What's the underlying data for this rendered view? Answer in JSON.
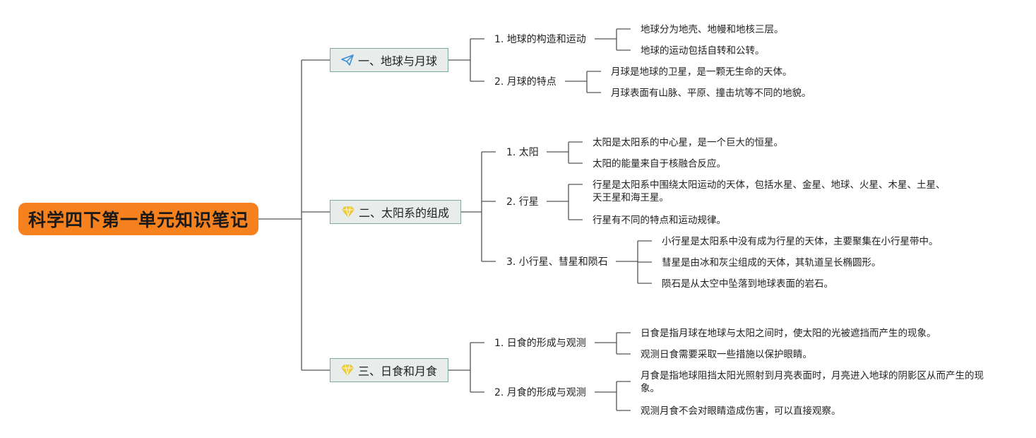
{
  "root": {
    "label": "科学四下第一单元知识笔记"
  },
  "sections": [
    {
      "label": "一、地球与月球",
      "icon": "paper-plane-icon",
      "topics": [
        {
          "label": "1. 地球的构造和运动",
          "points": [
            "地球分为地壳、地幔和地核三层。",
            "地球的运动包括自转和公转。"
          ]
        },
        {
          "label": "2. 月球的特点",
          "points": [
            "月球是地球的卫星，是一颗无生命的天体。",
            "月球表面有山脉、平原、撞击坑等不同的地貌。"
          ]
        }
      ]
    },
    {
      "label": "二、太阳系的组成",
      "icon": "diamond-icon",
      "topics": [
        {
          "label": "1. 太阳",
          "points": [
            "太阳是太阳系的中心星，是一个巨大的恒星。",
            "太阳的能量来自于核融合反应。"
          ]
        },
        {
          "label": "2. 行星",
          "points": [
            "行星是太阳系中围绕太阳运动的天体，包括水星、金星、地球、火星、木星、土星、天王星和海王星。",
            "行星有不同的特点和运动规律。"
          ]
        },
        {
          "label": "3. 小行星、彗星和陨石",
          "points": [
            "小行星是太阳系中没有成为行星的天体，主要聚集在小行星带中。",
            "彗星是由冰和灰尘组成的天体，其轨道呈长椭圆形。",
            "陨石是从太空中坠落到地球表面的岩石。"
          ]
        }
      ]
    },
    {
      "label": "三、日食和月食",
      "icon": "diamond-icon",
      "topics": [
        {
          "label": "1. 日食的形成与观测",
          "points": [
            "日食是指月球在地球与太阳之间时，使太阳的光被遮挡而产生的现象。",
            "观测日食需要采取一些措施以保护眼睛。"
          ]
        },
        {
          "label": "2. 月食的形成与观测",
          "points": [
            "月食是指地球阻挡太阳光照射到月亮表面时，月亮进入地球的阴影区从而产生的现象。",
            "观测月食不会对眼睛造成伤害，可以直接观察。"
          ]
        }
      ]
    }
  ],
  "colors": {
    "root": "#f5821f",
    "line": "#555555",
    "branch_border": "#7faa97",
    "branch_fill": "#e8ecea",
    "plane_icon": "#3a8fd6",
    "diamond_icon": "#f4d03f"
  }
}
